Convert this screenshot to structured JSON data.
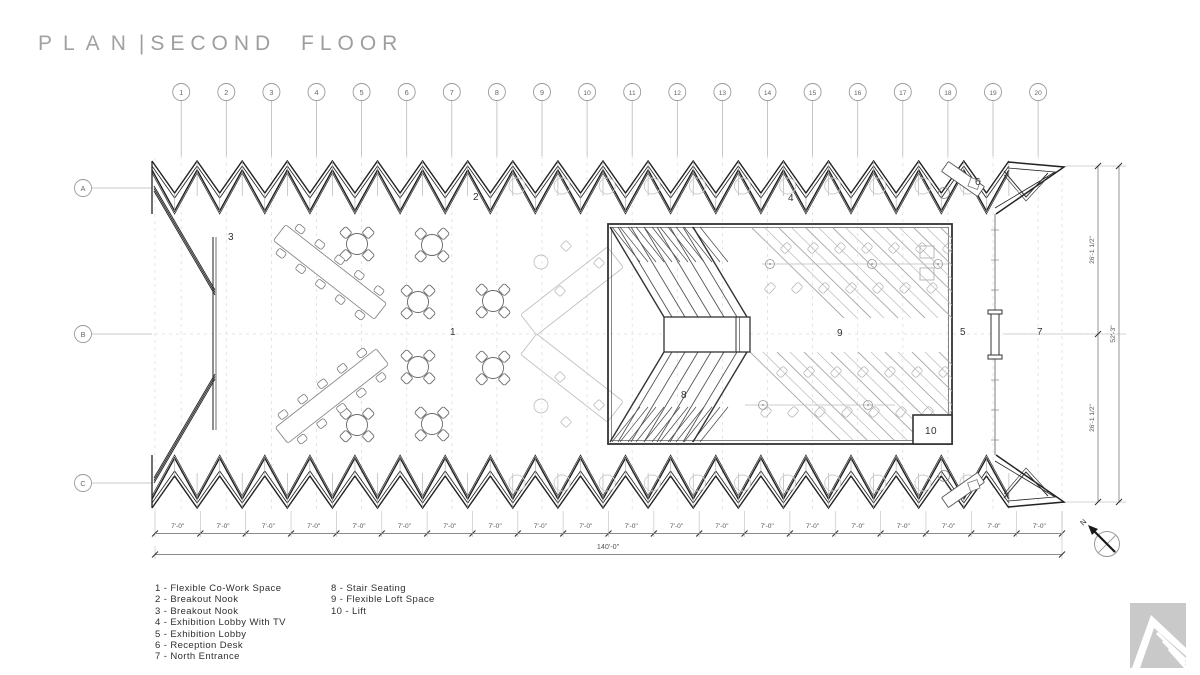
{
  "title": {
    "plan": "PLAN",
    "separator": "|",
    "floor": "SECOND FLOOR"
  },
  "grid": {
    "columns": [
      "1",
      "2",
      "3",
      "4",
      "5",
      "6",
      "7",
      "8",
      "9",
      "10",
      "11",
      "12",
      "13",
      "14",
      "15",
      "16",
      "17",
      "18",
      "19",
      "20"
    ],
    "rows": [
      "A",
      "B",
      "C"
    ]
  },
  "dimensions": {
    "bay_width": "7'-0\"",
    "bay_count": 20,
    "total_width": "140'-0\"",
    "half_height": "26'-1 1/2\"",
    "total_height": "52'-3\""
  },
  "north_arrow": {
    "label": "N"
  },
  "rooms": [
    {
      "number": "1",
      "name": "Flexible Co-Work Space"
    },
    {
      "number": "2",
      "name": "Breakout Nook"
    },
    {
      "number": "3",
      "name": "Breakout Nook"
    },
    {
      "number": "4",
      "name": "Exhibition Lobby With TV"
    },
    {
      "number": "5",
      "name": "Exhibition Lobby"
    },
    {
      "number": "6",
      "name": "Reception Desk"
    },
    {
      "number": "7",
      "name": "North Entrance"
    },
    {
      "number": "8",
      "name": "Stair Seating"
    },
    {
      "number": "9",
      "name": "Flexible Loft Space"
    },
    {
      "number": "10",
      "name": "Lift"
    }
  ],
  "legend_separator": " - ",
  "colors": {
    "ink": "#2b2b2b",
    "wall": "#222222",
    "furniture_light": "#bcbcbc",
    "dimension": "#8a8a8a",
    "grid_dash": "#dedede",
    "title_gray": "#a2a2a2",
    "logo_gray": "#c9c9c9"
  }
}
